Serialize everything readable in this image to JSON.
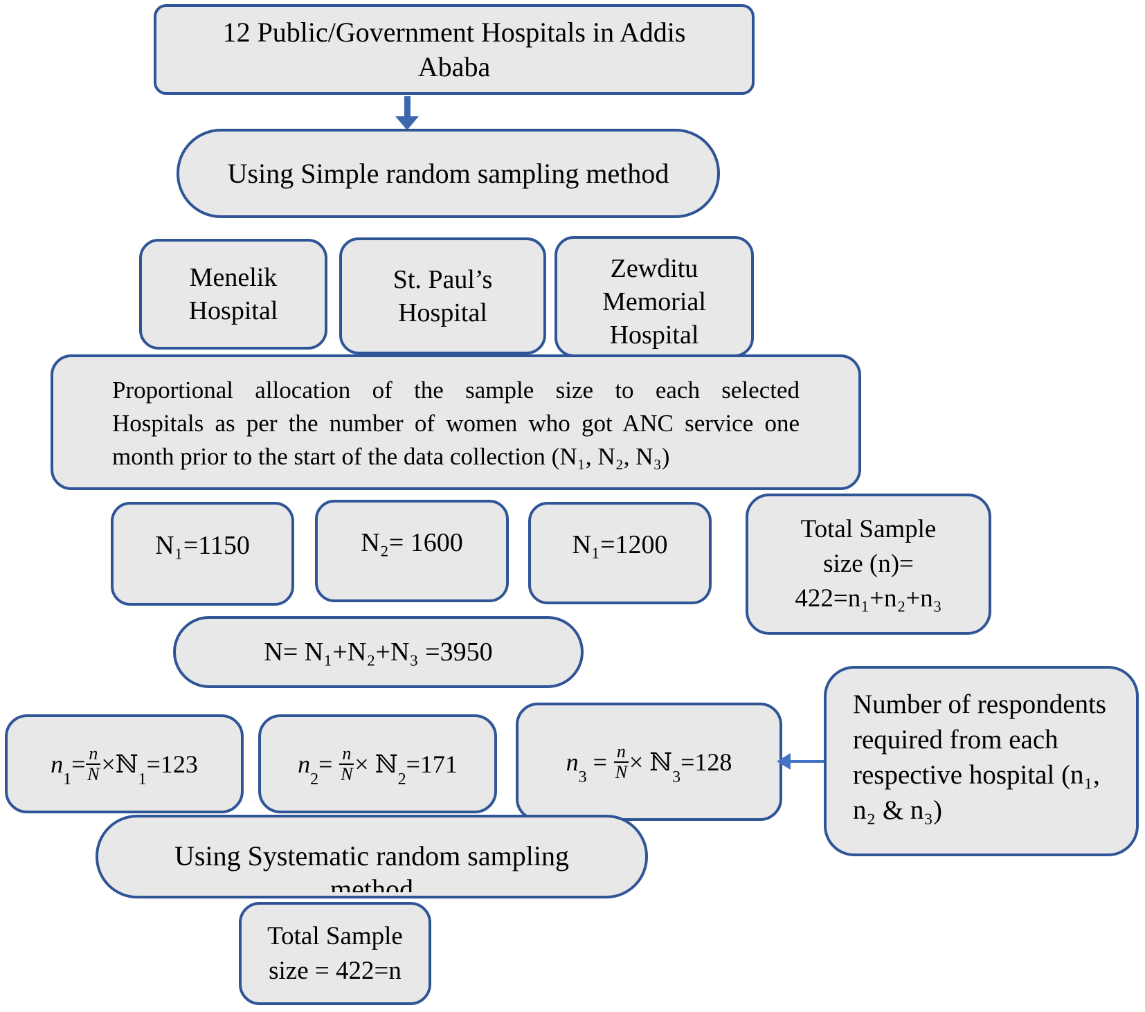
{
  "colors": {
    "box_fill": "#e8e8e8",
    "box_border": "#2f5597",
    "arrow": "#4472c4",
    "arrow_dark": "#3c66ae",
    "text": "#000000"
  },
  "nodes": {
    "top": {
      "lines": [
        "12 Public/Government Hospitals in Addis",
        "Ababa"
      ]
    },
    "simple_sampling": {
      "label": "Using Simple random sampling method"
    },
    "hospitals": [
      {
        "lines": [
          "Menelik",
          "Hospital"
        ]
      },
      {
        "lines": [
          "St. Paul’s",
          "Hospital"
        ]
      },
      {
        "lines": [
          "Zewditu",
          "Memorial",
          "Hospital"
        ]
      }
    ],
    "allocation": {
      "lines": [
        "Proportional allocation of the sample size to each selected",
        "Hospitals as per the number of women who got ANC service one",
        "month prior to the start of the data collection (N₁, N₂, N₃)"
      ]
    },
    "populations": [
      {
        "label": "N₁=1150"
      },
      {
        "label": "N₂= 1600"
      },
      {
        "label": "N₁=1200"
      }
    ],
    "total_sample_right": {
      "lines": [
        "Total Sample",
        "size (n)=",
        "422=n₁+n₂+n₃"
      ]
    },
    "population_sum": {
      "label": "N= N₁+N₂+N₃ =3950"
    },
    "formulas": [
      {
        "lhs": "n",
        "lhs_sub": "1",
        "eq": "=",
        "num": "n",
        "den": "N",
        "times": "×",
        "rhs": "ℕ",
        "rhs_sub": "1",
        "result": "=123"
      },
      {
        "lhs": "n",
        "lhs_sub": "2",
        "eq": "= ",
        "num": "n",
        "den": "N",
        "times": "× ",
        "rhs": "ℕ",
        "rhs_sub": "2",
        "result": "=171"
      },
      {
        "lhs": "n",
        "lhs_sub": "3",
        "eq": " = ",
        "num": "n",
        "den": "N",
        "times": "× ",
        "rhs": "ℕ",
        "rhs_sub": "3",
        "result": "=128"
      }
    ],
    "respondents_note": {
      "lines": [
        "Number of respondents",
        "required from each",
        "respective hospital (n₁,",
        "n₂ & n₃)"
      ]
    },
    "systematic_sampling": {
      "lines": [
        "Using Systematic random sampling",
        "method"
      ]
    },
    "total_sample_bottom": {
      "lines": [
        "Total Sample",
        "size = 422=n"
      ]
    }
  }
}
